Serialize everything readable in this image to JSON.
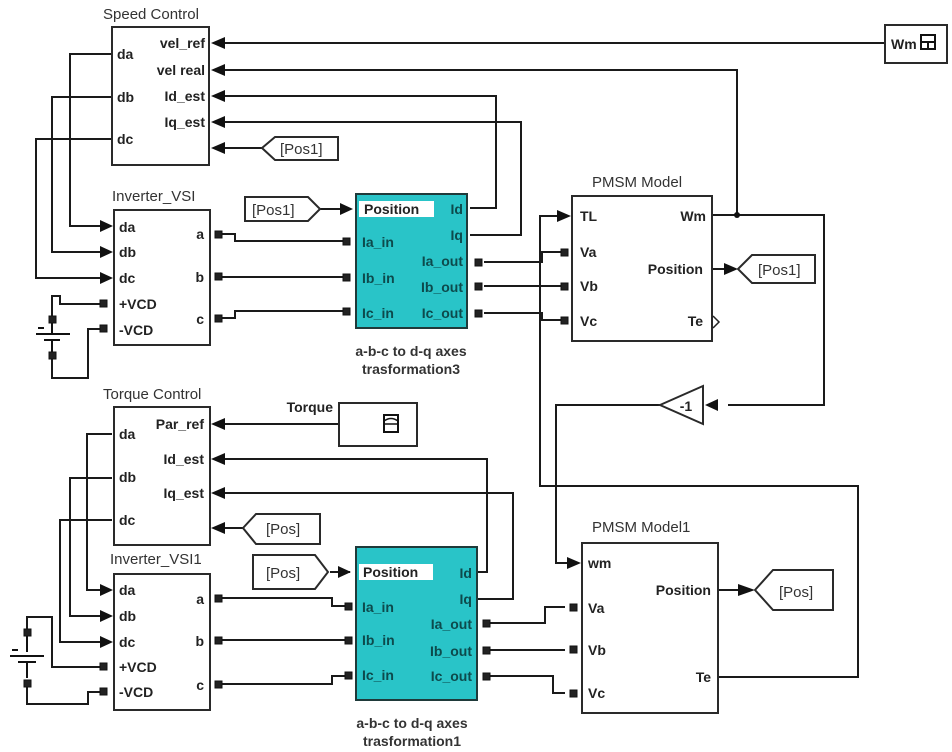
{
  "diagram": {
    "speed_control": {
      "title": "Speed Control",
      "inputs_left": [
        "da",
        "db",
        "dc"
      ],
      "inputs_right": [
        "vel_ref",
        "vel real",
        "Id_est",
        "Iq_est"
      ]
    },
    "inverter_vsi": {
      "title": "Inverter_VSI",
      "inputs": [
        "da",
        "db",
        "dc",
        "+VCD",
        "-VCD"
      ],
      "outputs": [
        "a",
        "b",
        "c"
      ]
    },
    "transform3": {
      "inputs": [
        "Position",
        "Ia_in",
        "Ib_in",
        "Ic_in"
      ],
      "outputs": [
        "Id",
        "Iq",
        "Ia_out",
        "Ib_out",
        "Ic_out"
      ],
      "caption_line1": "a-b-c to d-q axes",
      "caption_line2": "trasformation3"
    },
    "pmsm_model": {
      "title": "PMSM Model",
      "inputs": [
        "TL",
        "Va",
        "Vb",
        "Vc"
      ],
      "outputs": [
        "Wm",
        "Position",
        "Te"
      ]
    },
    "scope_wm": {
      "label": "Wm"
    },
    "goto_pos1_top": {
      "label": "[Pos1]"
    },
    "from_pos1_speed": {
      "label": "[Pos1]"
    },
    "from_pos1_transform": {
      "label": "[Pos1]"
    },
    "gain": {
      "label": "-1"
    },
    "torque_control": {
      "title": "Torque Control",
      "inputs_left": [
        "da",
        "db",
        "dc"
      ],
      "inputs_right": [
        "Par_ref",
        "Id_est",
        "Iq_est"
      ]
    },
    "torque_source": {
      "label": "Torque"
    },
    "from_pos_torque": {
      "label": "[Pos]"
    },
    "inverter_vsi1": {
      "title": "Inverter_VSI1",
      "inputs": [
        "da",
        "db",
        "dc",
        "+VCD",
        "-VCD"
      ],
      "outputs": [
        "a",
        "b",
        "c"
      ]
    },
    "from_pos_transform": {
      "label": "[Pos]"
    },
    "transform1": {
      "inputs": [
        "Position",
        "Ia_in",
        "Ib_in",
        "Ic_in"
      ],
      "outputs": [
        "Id",
        "Iq",
        "Ia_out",
        "Ib_out",
        "Ic_out"
      ],
      "caption_line1": "a-b-c to d-q axes",
      "caption_line2": "trasformation1"
    },
    "pmsm_model1": {
      "title": "PMSM Model1",
      "inputs": [
        "wm",
        "Va",
        "Vb",
        "Vc"
      ],
      "outputs": [
        "Position",
        "Te"
      ]
    },
    "goto_pos_bottom": {
      "label": "[Pos]"
    },
    "colors": {
      "transform_block": "#29c4c8",
      "line": "#1a1a1a"
    }
  }
}
